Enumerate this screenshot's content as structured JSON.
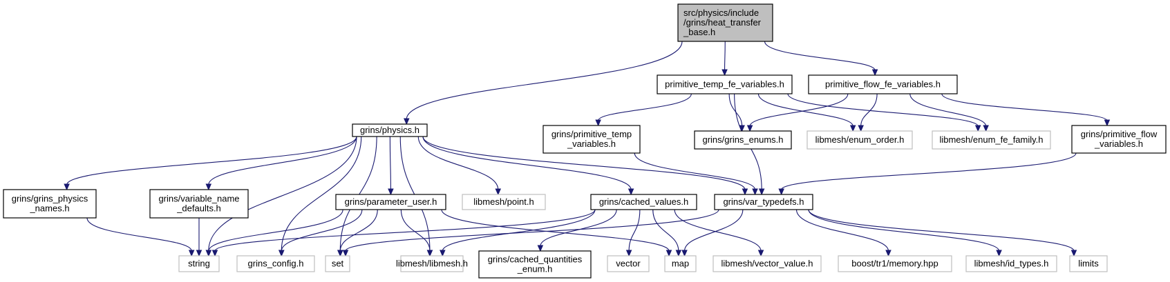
{
  "colors": {
    "edge": "#191970",
    "root_fill": "#bfbfbf",
    "external_border": "#bfbfbf",
    "node_border": "#000000"
  },
  "nodes": [
    {
      "id": "root",
      "lines": [
        "src/physics/include",
        "/grins/heat_transfer",
        "_base.h"
      ],
      "style": "root"
    },
    {
      "id": "ptfv",
      "lines": [
        "primitive_temp_fe_variables.h"
      ],
      "style": "normal"
    },
    {
      "id": "pffv",
      "lines": [
        "primitive_flow_fe_variables.h"
      ],
      "style": "normal"
    },
    {
      "id": "physics",
      "lines": [
        "grins/physics.h"
      ],
      "style": "normal"
    },
    {
      "id": "ptv",
      "lines": [
        "grins/primitive_temp",
        "_variables.h"
      ],
      "style": "normal"
    },
    {
      "id": "enums",
      "lines": [
        "grins/grins_enums.h"
      ],
      "style": "normal"
    },
    {
      "id": "enum_order",
      "lines": [
        "libmesh/enum_order.h"
      ],
      "style": "external"
    },
    {
      "id": "enum_fe_family",
      "lines": [
        "libmesh/enum_fe_family.h"
      ],
      "style": "external"
    },
    {
      "id": "pfv",
      "lines": [
        "grins/primitive_flow",
        "_variables.h"
      ],
      "style": "normal"
    },
    {
      "id": "gpn",
      "lines": [
        "grins/grins_physics",
        "_names.h"
      ],
      "style": "normal"
    },
    {
      "id": "vnd",
      "lines": [
        "grins/variable_name",
        "_defaults.h"
      ],
      "style": "normal"
    },
    {
      "id": "param_user",
      "lines": [
        "grins/parameter_user.h"
      ],
      "style": "normal"
    },
    {
      "id": "point",
      "lines": [
        "libmesh/point.h"
      ],
      "style": "external"
    },
    {
      "id": "cached_values",
      "lines": [
        "grins/cached_values.h"
      ],
      "style": "normal"
    },
    {
      "id": "var_typedefs",
      "lines": [
        "grins/var_typedefs.h"
      ],
      "style": "normal"
    },
    {
      "id": "string",
      "lines": [
        "string"
      ],
      "style": "external"
    },
    {
      "id": "grins_config",
      "lines": [
        "grins_config.h"
      ],
      "style": "external"
    },
    {
      "id": "set",
      "lines": [
        "set"
      ],
      "style": "external"
    },
    {
      "id": "libmesh",
      "lines": [
        "libmesh/libmesh.h"
      ],
      "style": "external"
    },
    {
      "id": "cqe",
      "lines": [
        "grins/cached_quantities",
        "_enum.h"
      ],
      "style": "normal"
    },
    {
      "id": "vector",
      "lines": [
        "vector"
      ],
      "style": "external"
    },
    {
      "id": "map",
      "lines": [
        "map"
      ],
      "style": "external"
    },
    {
      "id": "vector_value",
      "lines": [
        "libmesh/vector_value.h"
      ],
      "style": "external"
    },
    {
      "id": "memory",
      "lines": [
        "boost/tr1/memory.hpp"
      ],
      "style": "external"
    },
    {
      "id": "id_types",
      "lines": [
        "libmesh/id_types.h"
      ],
      "style": "external"
    },
    {
      "id": "limits",
      "lines": [
        "limits"
      ],
      "style": "external"
    }
  ],
  "edges": [
    [
      "root",
      "physics"
    ],
    [
      "root",
      "ptfv"
    ],
    [
      "root",
      "pffv"
    ],
    [
      "ptfv",
      "ptv"
    ],
    [
      "ptfv",
      "enums"
    ],
    [
      "ptfv",
      "enum_order"
    ],
    [
      "ptfv",
      "enum_fe_family"
    ],
    [
      "ptfv",
      "var_typedefs"
    ],
    [
      "pffv",
      "enums"
    ],
    [
      "pffv",
      "enum_order"
    ],
    [
      "pffv",
      "enum_fe_family"
    ],
    [
      "pffv",
      "pfv"
    ],
    [
      "ptv",
      "var_typedefs"
    ],
    [
      "pfv",
      "var_typedefs"
    ],
    [
      "physics",
      "gpn"
    ],
    [
      "physics",
      "vnd"
    ],
    [
      "physics",
      "string"
    ],
    [
      "physics",
      "grins_config"
    ],
    [
      "physics",
      "set"
    ],
    [
      "physics",
      "param_user"
    ],
    [
      "physics",
      "point"
    ],
    [
      "physics",
      "libmesh"
    ],
    [
      "physics",
      "cached_values"
    ],
    [
      "physics",
      "var_typedefs"
    ],
    [
      "gpn",
      "string"
    ],
    [
      "vnd",
      "string"
    ],
    [
      "param_user",
      "string"
    ],
    [
      "param_user",
      "grins_config"
    ],
    [
      "param_user",
      "set"
    ],
    [
      "param_user",
      "libmesh"
    ],
    [
      "param_user",
      "map"
    ],
    [
      "cached_values",
      "string"
    ],
    [
      "cached_values",
      "libmesh"
    ],
    [
      "cached_values",
      "cqe"
    ],
    [
      "cached_values",
      "vector"
    ],
    [
      "cached_values",
      "map"
    ],
    [
      "cached_values",
      "vector_value"
    ],
    [
      "var_typedefs",
      "set"
    ],
    [
      "var_typedefs",
      "map"
    ],
    [
      "var_typedefs",
      "memory"
    ],
    [
      "var_typedefs",
      "id_types"
    ],
    [
      "var_typedefs",
      "limits"
    ]
  ]
}
